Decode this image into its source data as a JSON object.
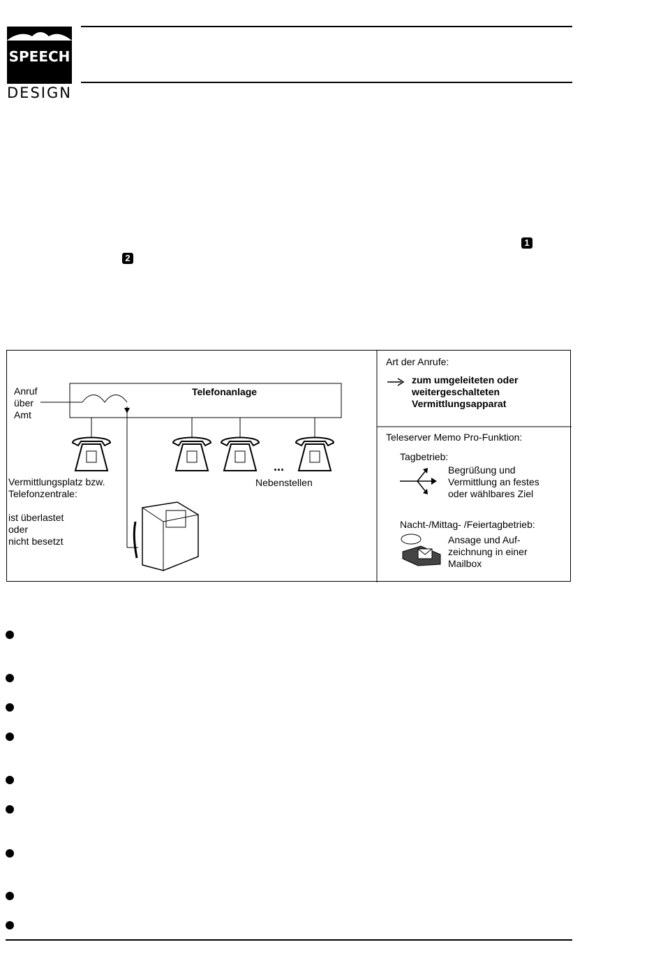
{
  "header": {
    "logo_top": "SPEECH",
    "logo_bottom": "DESIGN"
  },
  "markers": {
    "m1": "1",
    "m2": "2"
  },
  "figure": {
    "telefonanlage": "Telefonanlage",
    "anruf": [
      "Anruf",
      "über",
      "Amt"
    ],
    "vermittlungsplatz": [
      "Vermittlungsplatz bzw.",
      "Telefonzentrale:"
    ],
    "status": [
      "ist überlastet",
      "oder",
      "nicht besetzt"
    ],
    "dots": "...",
    "nebenstellen": "Nebenstellen",
    "art_title": "Art der Anrufe:",
    "art_lines": [
      "zum umgeleiteten oder",
      "weitergeschalteten",
      "Vermittlungsapparat"
    ],
    "memo_title": "Teleserver Memo Pro-Funktion:",
    "tag_title": "Tagbetrieb:",
    "tag_lines": [
      "Begrüßung und",
      "Vermittlung an festes",
      "oder wählbares Ziel"
    ],
    "nacht_title": "Nacht-/Mittag- /Feiertagbetrieb:",
    "nacht_lines": [
      "Ansage und Auf-",
      "zeichnung in einer",
      "Mailbox"
    ]
  },
  "bullets_count": 9
}
